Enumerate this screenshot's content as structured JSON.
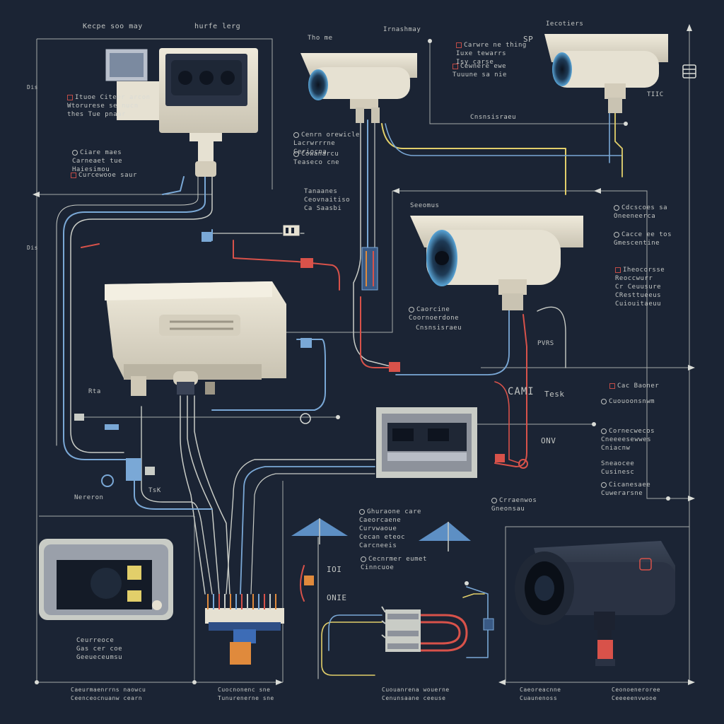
{
  "palette": {
    "background": "#1b2434",
    "line": "#c9ccc6",
    "camera_body": "#e6e1d2",
    "wire_red": "#d8524a",
    "wire_blue": "#7aa8d6",
    "wire_yellow": "#e2cf6a",
    "wire_orange": "#e08a3c",
    "lens_blue": "#5aa6d8"
  },
  "labels": {
    "top_left_title": [
      "Kecpe soo may"
    ],
    "top_mid_title": [
      "hurfe lerg"
    ],
    "top_center_title": [
      "Tho me"
    ],
    "top_right_mid_title": [
      "Irnashmay"
    ],
    "top_right_title": [
      "Iecotiers"
    ],
    "sp_tag": [
      "SP"
    ],
    "tiic_tag": [
      "TIIC"
    ],
    "cam1_notes": [
      "Carwre ne thing",
      "Iuxe tewarrs",
      "Isy carse"
    ],
    "cam1_notes2": [
      "Cewnere ewe",
      "Tuuune sa nie"
    ],
    "cam1_notes3": [
      "Ituoe Citeer arcon",
      "Wtorurese se nucn",
      "thes Tue pnaar"
    ],
    "mid_upper_notes": [
      "Cenrn orewicle",
      "Lacrwrrrne",
      "Ceriocna"
    ],
    "mid_upper_notes2": [
      "Cowanarcu",
      "Teaseco cne"
    ],
    "mid_junction_notes": [
      "Tanaanes",
      "Ceovnaitiso",
      "Ca Saasbi"
    ],
    "cam2_caption": [
      "Seeomus"
    ],
    "cam2_top_notes": [
      "Ciare maes",
      "Carneaet tue",
      "Haiesimou"
    ],
    "cam2_top_notes2": [
      "Curcewooe saur"
    ],
    "cam3_notes": [
      "Caorcine",
      "Coornoerdone"
    ],
    "cam3_notes2": [
      "Cnsnsisraeu"
    ],
    "right_panel_1": [
      "Cdcscoes sa",
      "Oneeneerca"
    ],
    "right_panel_2": [
      "Cacce ee tos",
      "Gmescentine"
    ],
    "right_panel_3": [
      "Iheocorsse",
      "Reoccwurr",
      "Cr Ceuusure",
      "CResttueeus",
      "Cuiouitaeuu"
    ],
    "right_panel_4": [
      "Cac Baoner"
    ],
    "right_panel_5": [
      "Cuouoonsnwm"
    ],
    "right_panel_6": [
      "Cornecwecos",
      "Cneeeesewwes",
      "Cniacnw"
    ],
    "right_panel_7": [
      "Sneaocee",
      "Cusinesc"
    ],
    "right_panel_8": [
      "Cicanesaee",
      "Cuwerarsne"
    ],
    "tesk_tag": [
      "Tesk"
    ],
    "cable_tag": [
      "CAMI"
    ],
    "pvrs_tag": [
      "PVRS"
    ],
    "onv_tag": [
      "ONV"
    ],
    "side_tag_1": [
      "Dis"
    ],
    "side_tag_2": [
      "Dis"
    ],
    "side_tag_3": [
      "Rta"
    ],
    "left_bottom_caption": [
      "Nereron"
    ],
    "bottom_left_notes": [
      "Ceurreoce",
      "Gas cer coe",
      "Geeueceumsu"
    ],
    "tag_tsk": [
      "TsK"
    ],
    "mid_lower_notes": [
      "Ghuraone care",
      "Caeorcaene",
      "Curvwaoue",
      "Cecan eteoc",
      "Carcneeis"
    ],
    "mid_lower_notes2": [
      "Cecnrmer eumet",
      "Cinncuoe"
    ],
    "tag_ioi": [
      "IOI"
    ],
    "tag_onie": [
      "ONIE"
    ],
    "bottom_right_notes": [
      "Crraenwos",
      "Gneonsau"
    ],
    "footer_1": [
      "Caeurmaenrrns naowcu",
      "Ceenceocnuanw cearn"
    ],
    "footer_2": [
      "Cuocnonenc sne",
      "Tunurenerne sne"
    ],
    "footer_3": [
      "Cuouanrena wouerne",
      "Cenunsaane ceeuse"
    ],
    "footer_4": [
      "Caeoreacnne",
      "Cuaunenoss"
    ],
    "footer_5": [
      "Ceonoeneroree",
      "Ceeeeenvwooe"
    ]
  }
}
